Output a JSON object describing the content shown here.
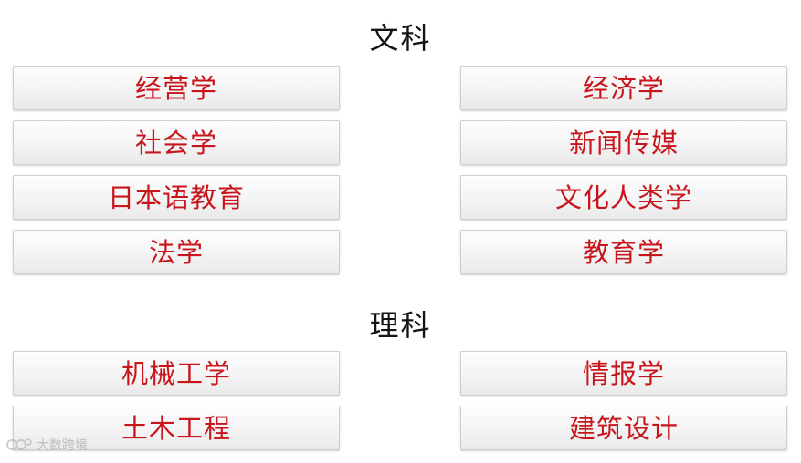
{
  "sections": {
    "arts": {
      "title": "文科",
      "majors": [
        "经营学",
        "经济学",
        "社会学",
        "新闻传媒",
        "日本语教育",
        "文化人类学",
        "法学",
        "教育学"
      ]
    },
    "science": {
      "title": "理科",
      "majors": [
        "机械工学",
        "情报学",
        "土木工程",
        "建筑设计"
      ]
    }
  },
  "watermark": {
    "text": "大数跨境"
  },
  "colors": {
    "label": "#c8141b",
    "title": "#141414",
    "button_border": "#cfcfcf"
  }
}
